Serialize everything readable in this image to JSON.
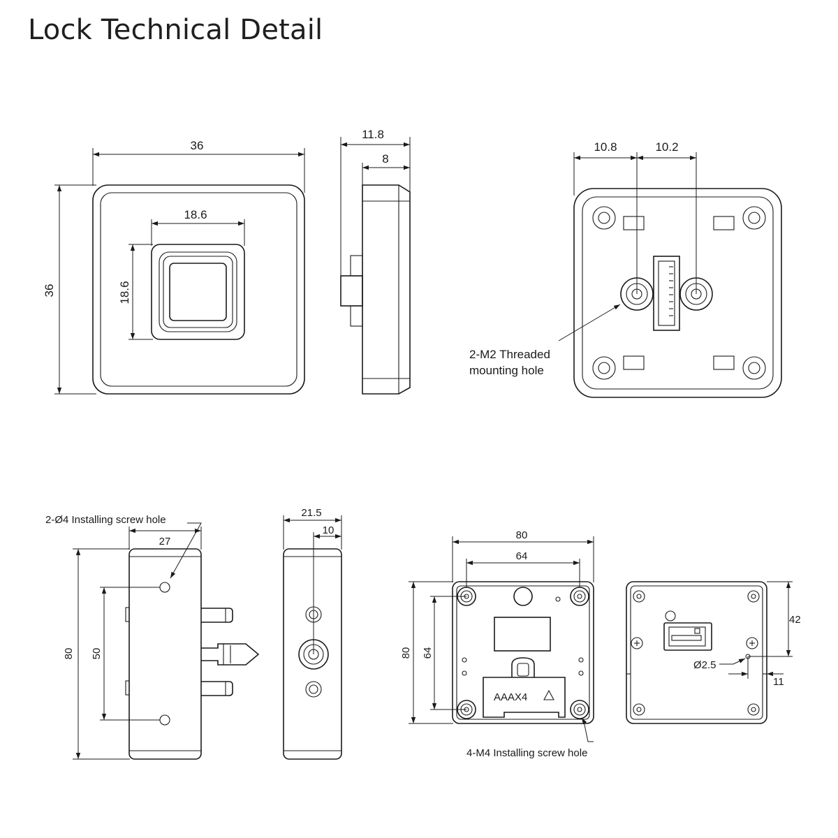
{
  "title": "Lock Technical Detail",
  "colors": {
    "line": "#1a1a1a",
    "background": "#ffffff",
    "title": "#1f1f1f"
  },
  "front_view": {
    "width": "36",
    "height": "36",
    "button_width": "18.6",
    "button_height": "18.6"
  },
  "side_view": {
    "depth_total": "11.8",
    "depth_body": "8"
  },
  "rear_view": {
    "spacing_left": "10.8",
    "spacing_right": "10.2",
    "hole_label_line1": "2-M2 Threaded",
    "hole_label_line2": "mounting hole"
  },
  "strike_side": {
    "hole_label": "2-Ø4 Installing screw hole",
    "width": "27",
    "height": "80",
    "hole_spacing": "50"
  },
  "strike_edge": {
    "depth_total": "21.5",
    "offset": "10"
  },
  "battery_view": {
    "width": "80",
    "hole_spacing_x": "64",
    "height": "80",
    "hole_spacing_y": "64",
    "battery_label": "AAAX4",
    "hole_label": "4-M4 Installing screw hole"
  },
  "connector_view": {
    "offset_y": "42",
    "hole_diameter": "Ø2.5",
    "offset_x": "11"
  }
}
